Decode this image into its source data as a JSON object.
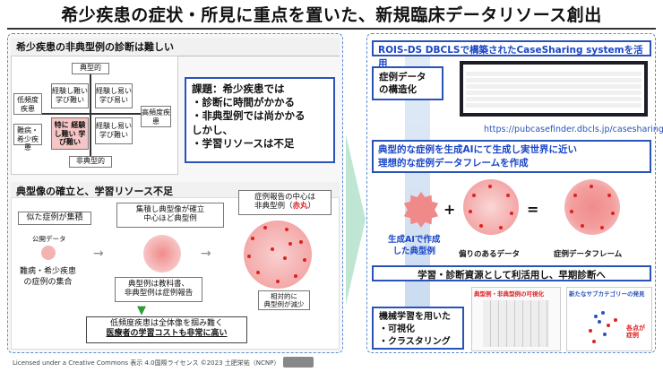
{
  "title": "希少疾患の症状・所見に重点を置いた、新規臨床データリソース創出",
  "left": {
    "section1": {
      "heading": "希少疾患の非典型例の診断は難しい",
      "axis_top": "典型的",
      "axis_bottom": "非典型的",
      "axis_left": "低頻度疾患",
      "axis_right": "高頻度疾患",
      "left_box2": "難病・希少疾患",
      "cells": [
        "経験し難い 学び難い",
        "経験し易い 学び易い",
        "特に 経験し難い 学び難い",
        "経験し易い 学び難い"
      ],
      "issue_lines": [
        "課題：希少疾患では",
        "・診断に時間がかかる",
        "・非典型例では尚かかる",
        "しかし、",
        "・学習リソースは不足"
      ]
    },
    "section2": {
      "heading": "典型像の確立と、学習リソース不足",
      "gather": "似た症例が集積",
      "public_data": "公開データ",
      "patients": [
        "難病・希少疾患",
        "の症例の集合"
      ],
      "accum": [
        "集積し典型像が確立",
        "中心ほど典型例"
      ],
      "center": [
        "症例報告の中心は",
        "非典型例（",
        "赤丸",
        "）"
      ],
      "textbook": [
        "典型例は教科書、",
        "非典型例は症例報告"
      ],
      "relative": [
        "相対的に",
        "典型例が減少"
      ],
      "conclusion": [
        "低頻度疾患は全体像を掴み難く",
        "医療者の学習コストも非常に高い"
      ]
    }
  },
  "right": {
    "head1": "ROIS-DS DBCLSで構築されたCaseSharing systemを活用",
    "structure": [
      "症例データ",
      "の構造化"
    ],
    "url": "https://pubcasefinder.dbcls.jp/casesharing",
    "head2": [
      "典型的な症例を生成AIにて生成し実世界に近い",
      "理想的な症例データフレームを作成"
    ],
    "gen": [
      "生成AIで作成",
      "した典型例"
    ],
    "bias": "偏りのあるデータ",
    "frame": "症例データフレーム",
    "plus": "+",
    "equals": "=",
    "head3": "学習・診断資源として利活用し、早期診断へ",
    "ml": [
      "機械学習を用いた",
      "・可視化",
      "・クラスタリング"
    ],
    "viz_title1": "典型例・非典型例の可視化",
    "viz_title2": "新たなサブカテゴリーの発見",
    "viz_label": "各点が症例"
  },
  "footer": "Licensed under a Creative Commons 表示 4.0国際ライセンス ©2023 土肥栄祐（NCNP）",
  "colors": {
    "accent": "#2a53b8",
    "red": "#d22",
    "pink": "#f6c5c5"
  }
}
